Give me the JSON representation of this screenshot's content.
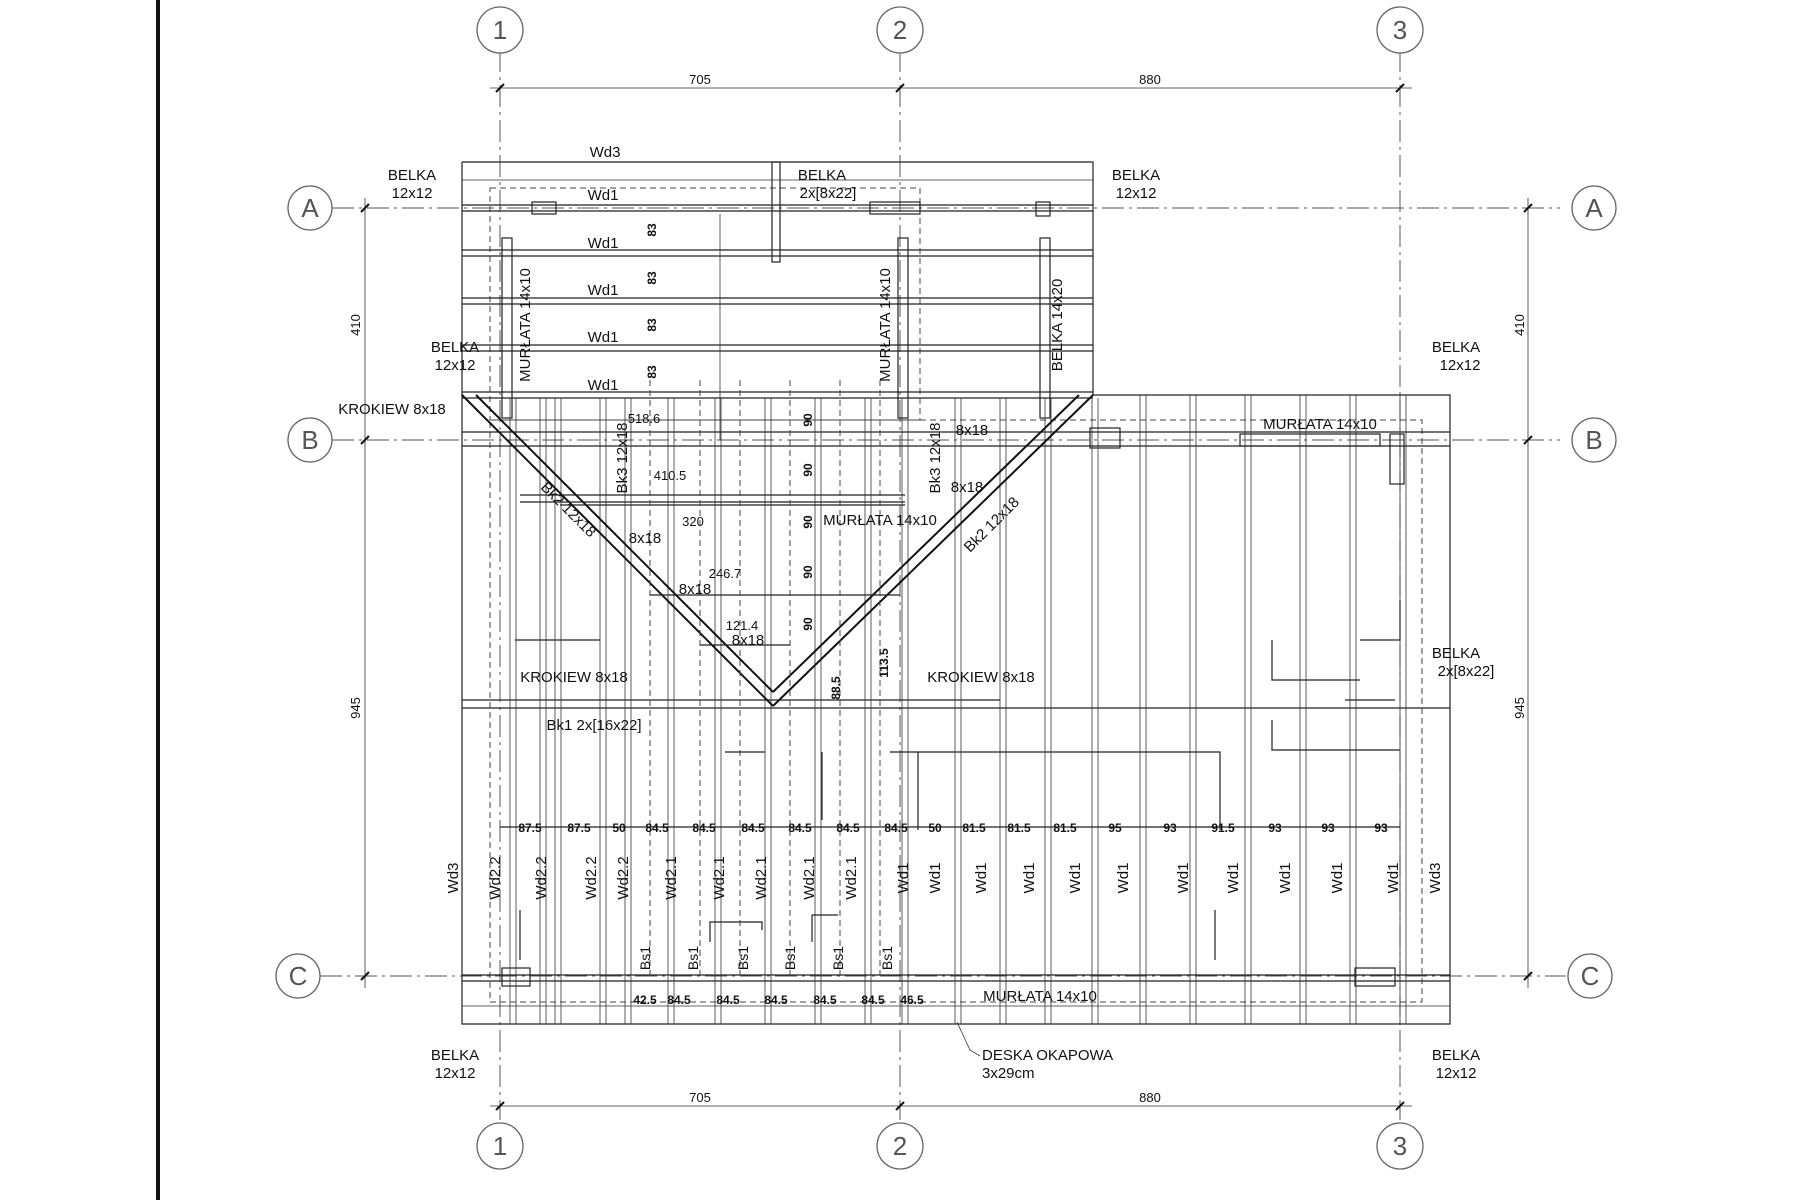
{
  "axes": {
    "columns": [
      "1",
      "2",
      "3"
    ],
    "rows": [
      "A",
      "B",
      "C"
    ]
  },
  "dimensions": {
    "top": [
      "705",
      "880"
    ],
    "bottom": [
      "705",
      "880"
    ],
    "left": [
      "410",
      "945"
    ],
    "right": [
      "410",
      "945"
    ]
  },
  "labels": {
    "wd3_top": "Wd3",
    "belka_tl": [
      "BELKA",
      "12x12"
    ],
    "belka_tc": [
      "BELKA",
      "2x[8x22]"
    ],
    "belka_tr": [
      "BELKA",
      "12x12"
    ],
    "belka_ml": [
      "BELKA",
      "12x12"
    ],
    "belka_mr": [
      "BELKA",
      "12x12"
    ],
    "belka_r2": [
      "BELKA",
      "2x[8x22]"
    ],
    "belka_bl": [
      "BELKA",
      "12x12"
    ],
    "belka_br": [
      "BELKA",
      "12x12"
    ],
    "wd1_rows": [
      "Wd1",
      "Wd1",
      "Wd1",
      "Wd1",
      "Wd1"
    ],
    "spacing_83": [
      "83",
      "83",
      "83",
      "83"
    ],
    "murlata_v1": "MURŁATA 14x10",
    "murlata_v2": "MURŁATA 14x10",
    "belka_v": "BELKA 14x20",
    "krokiew_top": "KROKIEW 8x18",
    "murlata_right": "MURŁATA 14x10",
    "bk3_left": "Bk3 12x18",
    "bk3_right": "Bk3 12x18",
    "bk2_left": "Bk2 12x18",
    "bk2_right": "Bk2 12x18",
    "murlata_center": "MURŁATA 14x10",
    "r8x18": [
      "8x18",
      "8x18",
      "8x18",
      "8x18",
      "8x18"
    ],
    "spacing_90": [
      "90",
      "90",
      "90",
      "90",
      "90"
    ],
    "small_dims": [
      "518.6",
      "410.5",
      "320",
      "246.7",
      "121.4"
    ],
    "krokiew_left": "KROKIEW 8x18",
    "krokiew_right": "KROKIEW 8x18",
    "bk1": "Bk1 2x[16x22]",
    "dim_88": "88.5",
    "dim_113": "113.5",
    "spacing_bottom": [
      "87.5",
      "87.5",
      "50",
      "84.5",
      "84.5",
      "84.5",
      "84.5",
      "84.5",
      "84.5",
      "50",
      "81.5",
      "81.5",
      "81.5",
      "95",
      "93",
      "91.5",
      "93",
      "93",
      "93"
    ],
    "wd_columns": [
      "Wd3",
      "Wd2.2",
      "Wd2.2",
      "Wd2.2",
      "Wd2.2",
      "Wd2.1",
      "Wd2.1",
      "Wd2.1",
      "Wd2.1",
      "Wd2.1",
      "Wd1",
      "Wd1",
      "Wd1",
      "Wd1",
      "Wd1",
      "Wd1",
      "Wd1",
      "Wd1",
      "Wd1",
      "Wd1",
      "Wd1",
      "Wd3"
    ],
    "bs1": [
      "Bs1",
      "Bs1",
      "Bs1",
      "Bs1",
      "Bs1",
      "Bs1"
    ],
    "eave_dims": [
      "42.5",
      "84.5",
      "84.5",
      "84.5",
      "84.5",
      "84.5",
      "46.5"
    ],
    "murlata_bottom": "MURŁATA 14x10",
    "deska": [
      "DESKA OKAPOWA",
      "3x29cm"
    ]
  }
}
